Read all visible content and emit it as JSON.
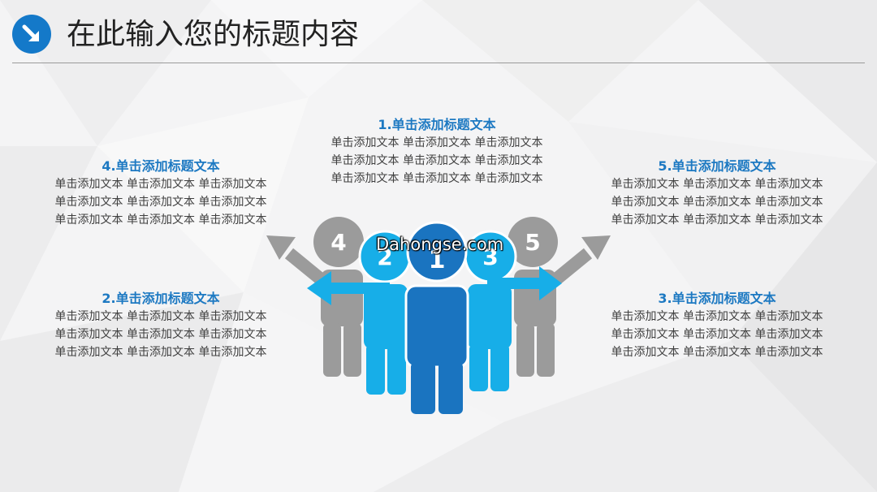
{
  "header": {
    "title": "在此输入您的标题内容",
    "icon": "arrow-down-right-icon"
  },
  "blocks": {
    "b1": {
      "title": "1.单击添加标题文本",
      "lines": [
        "单击添加文本 单击添加文本 单击添加文本",
        "单击添加文本 单击添加文本 单击添加文本",
        "单击添加文本 单击添加文本 单击添加文本"
      ]
    },
    "b2": {
      "title": "2.单击添加标题文本",
      "lines": [
        "单击添加文本 单击添加文本 单击添加文本",
        "单击添加文本 单击添加文本 单击添加文本",
        "单击添加文本 单击添加文本 单击添加文本"
      ]
    },
    "b3": {
      "title": "3.单击添加标题文本",
      "lines": [
        "单击添加文本 单击添加文本 单击添加文本",
        "单击添加文本 单击添加文本 单击添加文本",
        "单击添加文本 单击添加文本 单击添加文本"
      ]
    },
    "b4": {
      "title": "4.单击添加标题文本",
      "lines": [
        "单击添加文本 单击添加文本 单击添加文本",
        "单击添加文本 单击添加文本 单击添加文本",
        "单击添加文本 单击添加文本 单击添加文本"
      ]
    },
    "b5": {
      "title": "5.单击添加标题文本",
      "lines": [
        "单击添加文本 单击添加文本 单击添加文本",
        "单击添加文本 单击添加文本 单击添加文本",
        "单击添加文本 单击添加文本 单击添加文本"
      ]
    }
  },
  "figures": {
    "numbers": [
      "1",
      "2",
      "3",
      "4",
      "5"
    ]
  },
  "watermark": "Dahongse.com",
  "colors": {
    "accent": "#1479c9",
    "title_blue": "#1d79c2",
    "figure_dark_blue": "#1a74c0",
    "figure_light_blue": "#17aee8",
    "figure_gray": "#9b9b9b",
    "text_gray": "#404040"
  }
}
